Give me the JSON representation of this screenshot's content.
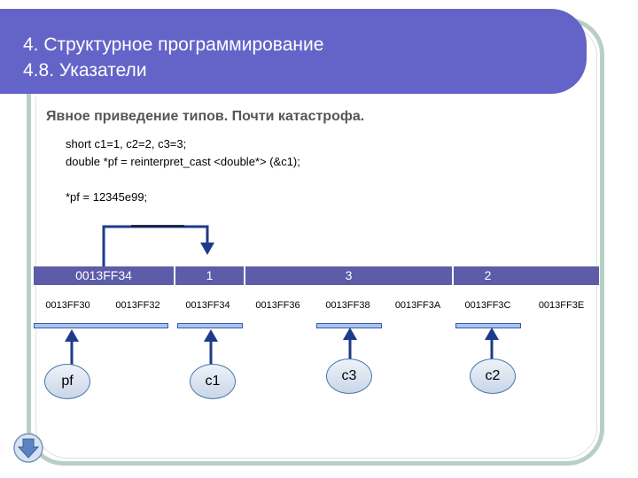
{
  "header": {
    "title_line1": "4. Структурное программирование",
    "title_line2": "4.8. Указатели"
  },
  "slide": {
    "subtitle": "Явное приведение типов. Почти катастрофа.",
    "code_lines": [
      "short c1=1, c2=2, c3=3;",
      "double *pf = reinterpret_cast <double*> (&c1);",
      "*pf = 12345e99;"
    ]
  },
  "memory": {
    "values": [
      "0013FF34",
      "1",
      "3",
      "2"
    ],
    "addresses": [
      "0013FF30",
      "0013FF32",
      "0013FF34",
      "0013FF36",
      "0013FF38",
      "0013FF3A",
      "0013FF3C",
      "0013FF3E"
    ]
  },
  "variables": {
    "pf": "pf",
    "c1": "c1",
    "c3": "c3",
    "c2": "c2"
  },
  "colors": {
    "header_bg": "#6464c8",
    "memory_bar": "#5c5ca8",
    "arrow": "#1e3a8a",
    "frame": "#b8cfc6"
  },
  "nav": {
    "icon": "down-arrow-icon"
  }
}
